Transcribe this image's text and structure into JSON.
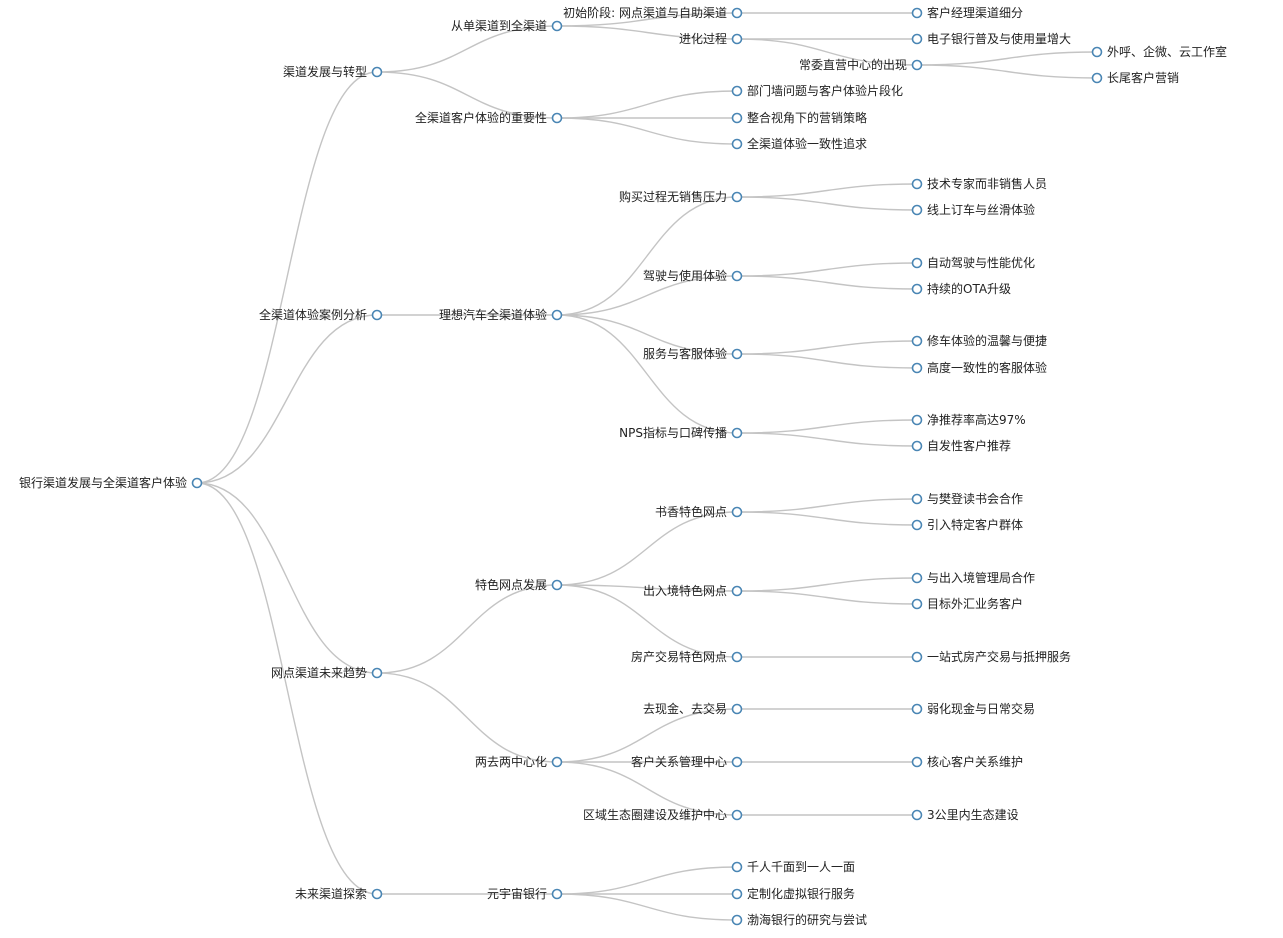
{
  "mindmap": {
    "id": "root",
    "label": "银行渠道发展与全渠道客户体验",
    "children": [
      {
        "id": "n1",
        "label": "渠道发展与转型",
        "children": [
          {
            "id": "n1-1",
            "label": "从单渠道到全渠道",
            "children": [
              {
                "id": "n1-1-1",
                "label": "初始阶段: 网点渠道与自助渠道",
                "children": [
                  {
                    "id": "n1-1-1-1",
                    "label": "客户经理渠道细分"
                  }
                ]
              },
              {
                "id": "n1-1-2",
                "label": "进化过程",
                "children": [
                  {
                    "id": "n1-1-2-1",
                    "label": "电子银行普及与使用量增大"
                  },
                  {
                    "id": "n1-1-2-2",
                    "label": "常委直营中心的出现",
                    "children": [
                      {
                        "id": "n1-1-2-2-1",
                        "label": "外呼、企微、云工作室"
                      },
                      {
                        "id": "n1-1-2-2-2",
                        "label": "长尾客户营销"
                      }
                    ]
                  }
                ]
              }
            ]
          },
          {
            "id": "n1-2",
            "label": "全渠道客户体验的重要性",
            "children": [
              {
                "id": "n1-2-1",
                "label": "部门墙问题与客户体验片段化"
              },
              {
                "id": "n1-2-2",
                "label": "整合视角下的营销策略"
              },
              {
                "id": "n1-2-3",
                "label": "全渠道体验一致性追求"
              }
            ]
          }
        ]
      },
      {
        "id": "n2",
        "label": "全渠道体验案例分析",
        "children": [
          {
            "id": "n2-1",
            "label": "理想汽车全渠道体验",
            "children": [
              {
                "id": "n2-1-1",
                "label": "购买过程无销售压力",
                "children": [
                  {
                    "id": "n2-1-1-1",
                    "label": "技术专家而非销售人员"
                  },
                  {
                    "id": "n2-1-1-2",
                    "label": "线上订车与丝滑体验"
                  }
                ]
              },
              {
                "id": "n2-1-2",
                "label": "驾驶与使用体验",
                "children": [
                  {
                    "id": "n2-1-2-1",
                    "label": "自动驾驶与性能优化"
                  },
                  {
                    "id": "n2-1-2-2",
                    "label": "持续的OTA升级"
                  }
                ]
              },
              {
                "id": "n2-1-3",
                "label": "服务与客服体验",
                "children": [
                  {
                    "id": "n2-1-3-1",
                    "label": "修车体验的温馨与便捷"
                  },
                  {
                    "id": "n2-1-3-2",
                    "label": "高度一致性的客服体验"
                  }
                ]
              },
              {
                "id": "n2-1-4",
                "label": "NPS指标与口碑传播",
                "children": [
                  {
                    "id": "n2-1-4-1",
                    "label": "净推荐率高达97%"
                  },
                  {
                    "id": "n2-1-4-2",
                    "label": "自发性客户推荐"
                  }
                ]
              }
            ]
          }
        ]
      },
      {
        "id": "n3",
        "label": "网点渠道未来趋势",
        "children": [
          {
            "id": "n3-1",
            "label": "特色网点发展",
            "children": [
              {
                "id": "n3-1-1",
                "label": "书香特色网点",
                "children": [
                  {
                    "id": "n3-1-1-1",
                    "label": "与樊登读书会合作"
                  },
                  {
                    "id": "n3-1-1-2",
                    "label": "引入特定客户群体"
                  }
                ]
              },
              {
                "id": "n3-1-2",
                "label": "出入境特色网点",
                "children": [
                  {
                    "id": "n3-1-2-1",
                    "label": "与出入境管理局合作"
                  },
                  {
                    "id": "n3-1-2-2",
                    "label": "目标外汇业务客户"
                  }
                ]
              },
              {
                "id": "n3-1-3",
                "label": "房产交易特色网点",
                "children": [
                  {
                    "id": "n3-1-3-1",
                    "label": "一站式房产交易与抵押服务"
                  }
                ]
              }
            ]
          },
          {
            "id": "n3-2",
            "label": "两去两中心化",
            "children": [
              {
                "id": "n3-2-1",
                "label": "去现金、去交易",
                "children": [
                  {
                    "id": "n3-2-1-1",
                    "label": "弱化现金与日常交易"
                  }
                ]
              },
              {
                "id": "n3-2-2",
                "label": "客户关系管理中心",
                "children": [
                  {
                    "id": "n3-2-2-1",
                    "label": "核心客户关系维护"
                  }
                ]
              },
              {
                "id": "n3-2-3",
                "label": "区域生态圈建设及维护中心",
                "children": [
                  {
                    "id": "n3-2-3-1",
                    "label": "3公里内生态建设"
                  }
                ]
              }
            ]
          }
        ]
      },
      {
        "id": "n4",
        "label": "未来渠道探索",
        "children": [
          {
            "id": "n4-1",
            "label": "元宇宙银行",
            "children": [
              {
                "id": "n4-1-1",
                "label": "千人千面到一人一面"
              },
              {
                "id": "n4-1-2",
                "label": "定制化虚拟银行服务"
              },
              {
                "id": "n4-1-3",
                "label": "渤海银行的研究与尝试"
              }
            ]
          }
        ]
      }
    ]
  },
  "colors": {
    "link": "#c4c4c4",
    "node_stroke": "#4a86b4",
    "node_fill": "#ffffff",
    "text": "#222222"
  }
}
